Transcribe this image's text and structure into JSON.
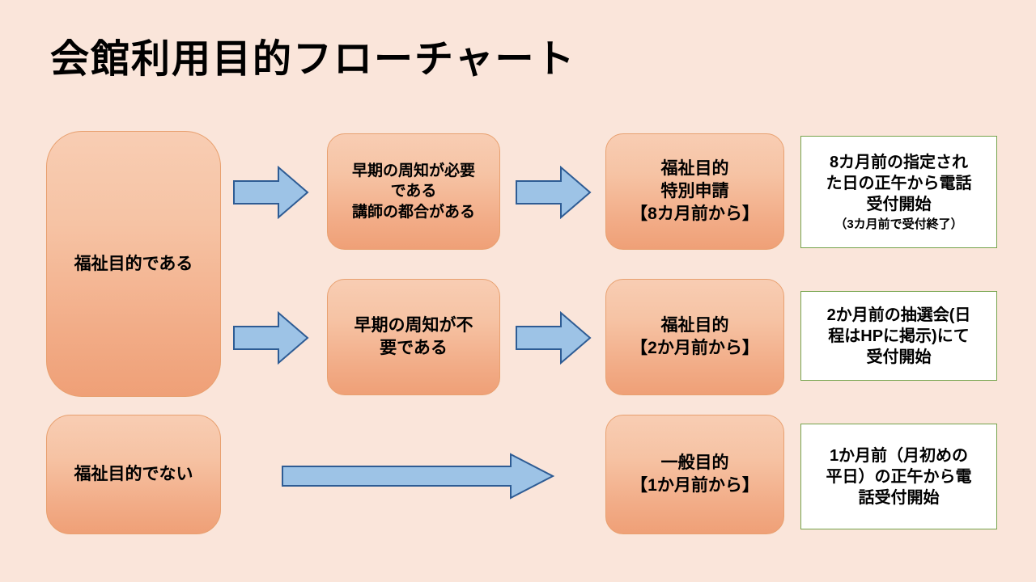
{
  "title": "会館利用目的フローチャート",
  "colors": {
    "background": "#FAE5DA",
    "box_fill_top": "#F8CDB3",
    "box_fill_bottom": "#EFA077",
    "box_border": "#E8A06F",
    "note_border": "#75A34B",
    "note_fill": "#FFFFFF",
    "arrow_fill": "#9DC3E6",
    "arrow_border": "#2E5C94",
    "text": "#000000"
  },
  "flow": {
    "conditions": [
      {
        "id": "welfare-yes",
        "label": "福祉目的である"
      },
      {
        "id": "welfare-no",
        "label": "福祉目的でない"
      }
    ],
    "criteria": [
      {
        "id": "notice-needed",
        "label": "早期の周知が必要\nである\n講師の都合がある"
      },
      {
        "id": "notice-not-needed",
        "label": "早期の周知が不\n要である"
      }
    ],
    "outcomes": [
      {
        "id": "welfare-special",
        "label": "福祉目的\n特別申請\n【8カ月前から】"
      },
      {
        "id": "welfare-2m",
        "label": "福祉目的\n【2か月前から】"
      },
      {
        "id": "general-1m",
        "label": "一般目的\n【1か月前から】"
      }
    ],
    "notes": [
      {
        "id": "note-8months",
        "main": "8カ月前の指定され\nた日の正午から電話\n受付開始",
        "sub": "（3カ月前で受付終了）"
      },
      {
        "id": "note-2months",
        "main": "2か月前の抽選会(日\n程はHPに掲示)にて\n受付開始",
        "sub": ""
      },
      {
        "id": "note-1month",
        "main": "1か月前（月初めの\n平日）の正午から電\n話受付開始",
        "sub": ""
      }
    ],
    "arrows": [
      {
        "id": "arrow-1",
        "kind": "right-arrow-icon",
        "from": "welfare-yes",
        "to": "notice-needed"
      },
      {
        "id": "arrow-2",
        "kind": "right-arrow-icon",
        "from": "welfare-yes",
        "to": "notice-not-needed"
      },
      {
        "id": "arrow-3",
        "kind": "right-arrow-icon",
        "from": "notice-needed",
        "to": "welfare-special"
      },
      {
        "id": "arrow-4",
        "kind": "right-arrow-icon",
        "from": "notice-not-needed",
        "to": "welfare-2m"
      },
      {
        "id": "arrow-long",
        "kind": "long-right-arrow-icon",
        "from": "welfare-no",
        "to": "general-1m"
      }
    ]
  }
}
